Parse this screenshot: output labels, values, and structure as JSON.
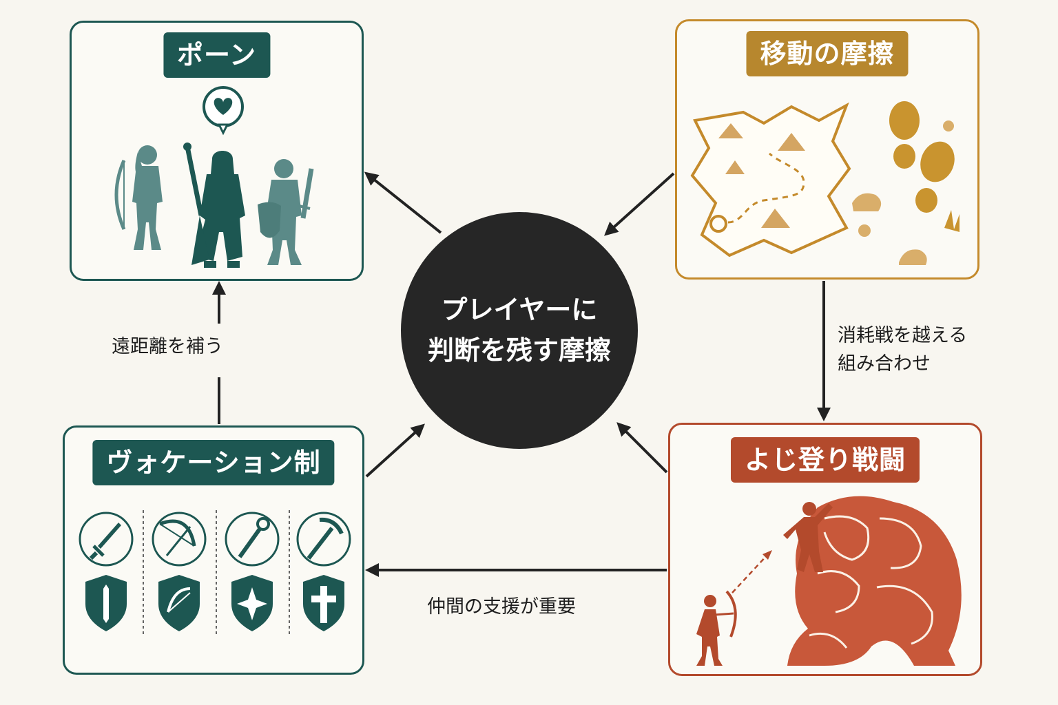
{
  "center": {
    "line1": "プレイヤーに",
    "line2": "判断を残す摩擦"
  },
  "panels": {
    "pawn": {
      "title": "ポーン",
      "color": "#1d5752"
    },
    "movement": {
      "title": "移動の摩擦",
      "color": "#b7872e"
    },
    "vocation": {
      "title": "ヴォケーション制",
      "color": "#1d5752"
    },
    "climb": {
      "title": "よじ登り戦闘",
      "color": "#b34a2c"
    }
  },
  "edges": {
    "long_range": "遠距離を補う",
    "attrition": {
      "line1": "消耗戦を越える",
      "line2": "組み合わせ"
    },
    "support": "仲間の支援が重要"
  },
  "icons": {
    "pawn": [
      "heart-speech-icon",
      "archer-silhouette-icon",
      "mage-silhouette-icon",
      "knight-silhouette-icon"
    ],
    "movement": [
      "treasure-map-icon",
      "footprints-icon",
      "rocks-icon"
    ],
    "vocation": [
      "sword-icon",
      "bow-icon",
      "staff-icon",
      "pickaxe-icon",
      "shield-sword-icon",
      "shield-bow-icon",
      "shield-star-icon",
      "shield-cross-icon"
    ],
    "climb": [
      "climber-icon",
      "archer-icon",
      "monster-icon"
    ]
  }
}
